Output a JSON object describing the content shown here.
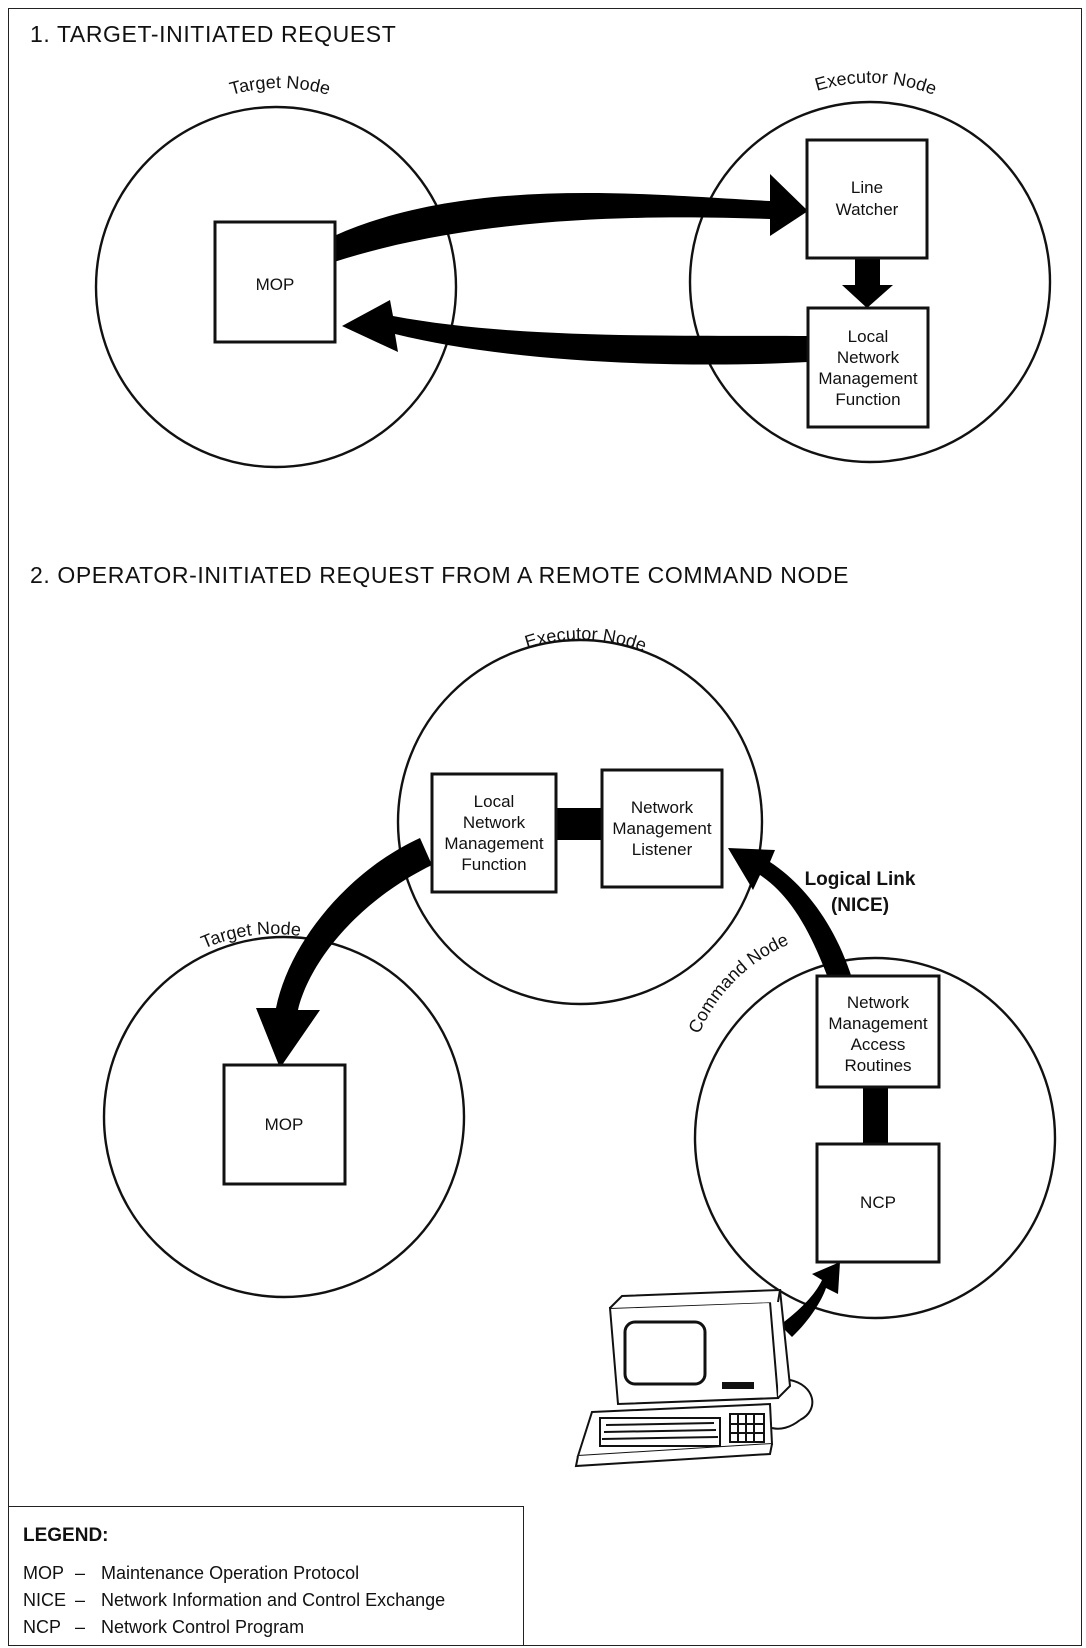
{
  "section1": {
    "title": "1.  TARGET-INITIATED REQUEST",
    "target_node": {
      "label": "Target Node",
      "box": [
        "MOP"
      ]
    },
    "executor_node": {
      "label": "Executor Node",
      "line_watcher": [
        "Line",
        "Watcher"
      ],
      "local_nmf": [
        "Local",
        "Network",
        "Management",
        "Function"
      ]
    }
  },
  "section2": {
    "title": "2.  OPERATOR-INITIATED REQUEST FROM A REMOTE COMMAND NODE",
    "executor_node": {
      "label": "Executor Node",
      "local_nmf": [
        "Local",
        "Network",
        "Management",
        "Function"
      ],
      "nml": [
        "Network",
        "Management",
        "Listener"
      ]
    },
    "target_node": {
      "label": "Target Node",
      "box": [
        "MOP"
      ]
    },
    "command_node": {
      "label": "Command Node",
      "nmar": [
        "Network",
        "Management",
        "Access",
        "Routines"
      ],
      "ncp": [
        "NCP"
      ]
    },
    "logical_link": [
      "Logical Link",
      "(NICE)"
    ]
  },
  "legend": {
    "title": "LEGEND:",
    "items": [
      {
        "abbr": "MOP",
        "dash": "–",
        "text": "Maintenance Operation Protocol"
      },
      {
        "abbr": "NICE",
        "dash": "–",
        "text": "Network Information and Control Exchange"
      },
      {
        "abbr": "NCP",
        "dash": "–",
        "text": "Network Control Program"
      }
    ]
  }
}
